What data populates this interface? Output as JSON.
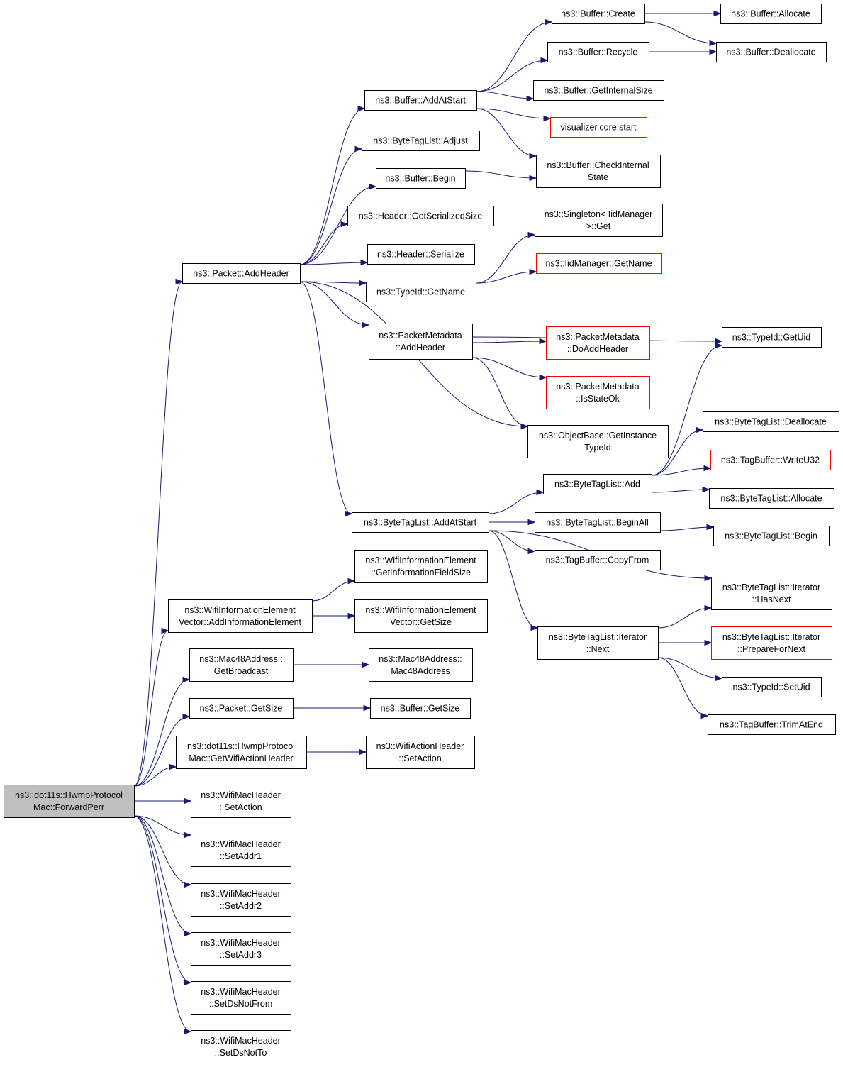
{
  "colors": {
    "edge": "#191970",
    "root_fill": "#bfbfbf",
    "undocumented_stroke": "#ff0000"
  },
  "nodes": [
    {
      "id": "root",
      "lines": [
        "ns3::dot11s::HwmpProtocol",
        "Mac::ForwardPerr"
      ],
      "kind": "root"
    },
    {
      "id": "pkt_addheader",
      "lines": [
        "ns3::Packet::AddHeader"
      ]
    },
    {
      "id": "wie_addie",
      "lines": [
        "ns3::WifiInformationElement",
        "Vector::AddInformationElement"
      ]
    },
    {
      "id": "mac48_getbcast",
      "lines": [
        "ns3::Mac48Address::",
        "GetBroadcast"
      ]
    },
    {
      "id": "pkt_getsize",
      "lines": [
        "ns3::Packet::GetSize"
      ]
    },
    {
      "id": "hwmp_getaction",
      "lines": [
        "ns3::dot11s::HwmpProtocol",
        "Mac::GetWifiActionHeader"
      ]
    },
    {
      "id": "wmh_setaction",
      "lines": [
        "ns3::WifiMacHeader",
        "::SetAction"
      ]
    },
    {
      "id": "wmh_setaddr1",
      "lines": [
        "ns3::WifiMacHeader",
        "::SetAddr1"
      ]
    },
    {
      "id": "wmh_setaddr2",
      "lines": [
        "ns3::WifiMacHeader",
        "::SetAddr2"
      ]
    },
    {
      "id": "wmh_setaddr3",
      "lines": [
        "ns3::WifiMacHeader",
        "::SetAddr3"
      ]
    },
    {
      "id": "wmh_setdsnotfrom",
      "lines": [
        "ns3::WifiMacHeader",
        "::SetDsNotFrom"
      ]
    },
    {
      "id": "wmh_setdsnotto",
      "lines": [
        "ns3::WifiMacHeader",
        "::SetDsNotTo"
      ]
    },
    {
      "id": "buf_addatstart",
      "lines": [
        "ns3::Buffer::AddAtStart"
      ]
    },
    {
      "id": "btl_adjust",
      "lines": [
        "ns3::ByteTagList::Adjust"
      ]
    },
    {
      "id": "buf_begin",
      "lines": [
        "ns3::Buffer::Begin"
      ]
    },
    {
      "id": "hdr_getsersize",
      "lines": [
        "ns3::Header::GetSerializedSize"
      ]
    },
    {
      "id": "hdr_serialize",
      "lines": [
        "ns3::Header::Serialize"
      ]
    },
    {
      "id": "typeid_getname",
      "lines": [
        "ns3::TypeId::GetName"
      ]
    },
    {
      "id": "pm_addheader",
      "lines": [
        "ns3::PacketMetadata",
        "::AddHeader"
      ]
    },
    {
      "id": "btl_addatstart",
      "lines": [
        "ns3::ByteTagList::AddAtStart"
      ]
    },
    {
      "id": "wie_getinfosize",
      "lines": [
        "ns3::WifiInformationElement",
        "::GetInformationFieldSize"
      ]
    },
    {
      "id": "wiev_getsize",
      "lines": [
        "ns3::WifiInformationElement",
        "Vector::GetSize"
      ]
    },
    {
      "id": "mac48_ctor",
      "lines": [
        "ns3::Mac48Address::",
        "Mac48Address"
      ]
    },
    {
      "id": "buf_getsize",
      "lines": [
        "ns3::Buffer::GetSize"
      ]
    },
    {
      "id": "wah_setaction",
      "lines": [
        "ns3::WifiActionHeader",
        "::SetAction"
      ]
    },
    {
      "id": "buf_create",
      "lines": [
        "ns3::Buffer::Create"
      ]
    },
    {
      "id": "buf_recycle",
      "lines": [
        "ns3::Buffer::Recycle"
      ]
    },
    {
      "id": "buf_getinternalsize",
      "lines": [
        "ns3::Buffer::GetInternalSize"
      ]
    },
    {
      "id": "viz_start",
      "lines": [
        "visualizer.core.start"
      ],
      "kind": "undoc"
    },
    {
      "id": "buf_checkinternal",
      "lines": [
        "ns3::Buffer::CheckInternal",
        "State"
      ]
    },
    {
      "id": "singleton_get",
      "lines": [
        "ns3::Singleton< IidManager",
        ">::Get"
      ]
    },
    {
      "id": "iid_getname",
      "lines": [
        "ns3::IidManager::GetName"
      ],
      "kind": "undoc"
    },
    {
      "id": "pm_doaddheader",
      "lines": [
        "ns3::PacketMetadata",
        "::DoAddHeader"
      ],
      "kind": "undoc"
    },
    {
      "id": "pm_isstateok",
      "lines": [
        "ns3::PacketMetadata",
        "::IsStateOk"
      ],
      "kind": "undoc"
    },
    {
      "id": "ob_getinstance",
      "lines": [
        "ns3::ObjectBase::GetInstance",
        "TypeId"
      ]
    },
    {
      "id": "btl_add",
      "lines": [
        "ns3::ByteTagList::Add"
      ]
    },
    {
      "id": "btl_beginall",
      "lines": [
        "ns3::ByteTagList::BeginAll"
      ]
    },
    {
      "id": "tb_copyfrom",
      "lines": [
        "ns3::TagBuffer::CopyFrom"
      ]
    },
    {
      "id": "btli_next",
      "lines": [
        "ns3::ByteTagList::Iterator",
        "::Next"
      ]
    },
    {
      "id": "buf_allocate",
      "lines": [
        "ns3::Buffer::Allocate"
      ]
    },
    {
      "id": "buf_deallocate",
      "lines": [
        "ns3::Buffer::Deallocate"
      ]
    },
    {
      "id": "typeid_getuid",
      "lines": [
        "ns3::TypeId::GetUid"
      ]
    },
    {
      "id": "btl_deallocate",
      "lines": [
        "ns3::ByteTagList::Deallocate"
      ]
    },
    {
      "id": "tb_writeu32",
      "lines": [
        "ns3::TagBuffer::WriteU32"
      ],
      "kind": "undoc"
    },
    {
      "id": "btl_allocate",
      "lines": [
        "ns3::ByteTagList::Allocate"
      ]
    },
    {
      "id": "btl_begin",
      "lines": [
        "ns3::ByteTagList::Begin"
      ]
    },
    {
      "id": "btli_hasnext",
      "lines": [
        "ns3::ByteTagList::Iterator",
        "::HasNext"
      ]
    },
    {
      "id": "btli_prepare",
      "lines": [
        "ns3::ByteTagList::Iterator",
        "::PrepareForNext"
      ],
      "kind": "undoc"
    },
    {
      "id": "typeid_setuid",
      "lines": [
        "ns3::TypeId::SetUid"
      ]
    },
    {
      "id": "tb_trimatend",
      "lines": [
        "ns3::TagBuffer::TrimAtEnd"
      ]
    }
  ],
  "edges": [
    [
      "root",
      "pkt_addheader"
    ],
    [
      "root",
      "wie_addie"
    ],
    [
      "root",
      "mac48_getbcast"
    ],
    [
      "root",
      "pkt_getsize"
    ],
    [
      "root",
      "hwmp_getaction"
    ],
    [
      "root",
      "wmh_setaction"
    ],
    [
      "root",
      "wmh_setaddr1"
    ],
    [
      "root",
      "wmh_setaddr2"
    ],
    [
      "root",
      "wmh_setaddr3"
    ],
    [
      "root",
      "wmh_setdsnotfrom"
    ],
    [
      "root",
      "wmh_setdsnotto"
    ],
    [
      "pkt_addheader",
      "buf_addatstart"
    ],
    [
      "pkt_addheader",
      "btl_adjust"
    ],
    [
      "pkt_addheader",
      "buf_begin"
    ],
    [
      "pkt_addheader",
      "hdr_getsersize"
    ],
    [
      "pkt_addheader",
      "hdr_serialize"
    ],
    [
      "pkt_addheader",
      "typeid_getname"
    ],
    [
      "pkt_addheader",
      "pm_addheader"
    ],
    [
      "pkt_addheader",
      "ob_getinstance"
    ],
    [
      "pkt_addheader",
      "btl_addatstart"
    ],
    [
      "buf_addatstart",
      "buf_create"
    ],
    [
      "buf_addatstart",
      "buf_recycle"
    ],
    [
      "buf_addatstart",
      "buf_getinternalsize"
    ],
    [
      "buf_addatstart",
      "viz_start"
    ],
    [
      "buf_addatstart",
      "buf_checkinternal"
    ],
    [
      "buf_create",
      "buf_allocate"
    ],
    [
      "buf_create",
      "buf_deallocate"
    ],
    [
      "buf_recycle",
      "buf_deallocate"
    ],
    [
      "buf_begin",
      "buf_checkinternal"
    ],
    [
      "typeid_getname",
      "singleton_get"
    ],
    [
      "typeid_getname",
      "iid_getname"
    ],
    [
      "pm_addheader",
      "typeid_getuid"
    ],
    [
      "pm_addheader",
      "pm_doaddheader"
    ],
    [
      "pm_addheader",
      "pm_isstateok"
    ],
    [
      "pm_addheader",
      "ob_getinstance"
    ],
    [
      "btl_addatstart",
      "btl_add"
    ],
    [
      "btl_addatstart",
      "btl_beginall"
    ],
    [
      "btl_addatstart",
      "tb_copyfrom"
    ],
    [
      "btl_addatstart",
      "btli_hasnext"
    ],
    [
      "btl_addatstart",
      "btli_next"
    ],
    [
      "btl_add",
      "typeid_getuid"
    ],
    [
      "btl_add",
      "btl_deallocate"
    ],
    [
      "btl_add",
      "tb_writeu32"
    ],
    [
      "btl_add",
      "btl_allocate"
    ],
    [
      "btl_beginall",
      "btl_begin"
    ],
    [
      "btli_next",
      "btli_hasnext"
    ],
    [
      "btli_next",
      "btli_prepare"
    ],
    [
      "btli_next",
      "typeid_setuid"
    ],
    [
      "btli_next",
      "tb_trimatend"
    ],
    [
      "wie_addie",
      "wie_getinfosize"
    ],
    [
      "wie_addie",
      "wiev_getsize"
    ],
    [
      "mac48_getbcast",
      "mac48_ctor"
    ],
    [
      "pkt_getsize",
      "buf_getsize"
    ],
    [
      "hwmp_getaction",
      "wah_setaction"
    ]
  ]
}
